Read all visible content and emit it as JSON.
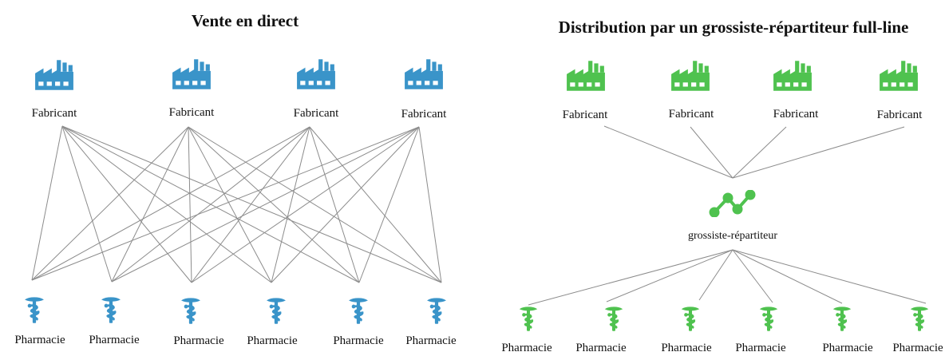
{
  "left_diagram": {
    "title": "Vente en direct",
    "manufacturers": [
      "Fabricant",
      "Fabricant",
      "Fabricant",
      "Fabricant"
    ],
    "pharmacies": [
      "Pharmacie",
      "Pharmacie",
      "Pharmacie",
      "Pharmacie",
      "Pharmacie",
      "Pharmacie"
    ],
    "factory_icon": "factory-icon",
    "pharmacy_icon": "caduceus-icon",
    "color": "#3a94c9"
  },
  "right_diagram": {
    "title": "Distribution par un grossiste-répartiteur full-line",
    "manufacturers": [
      "Fabricant",
      "Fabricant",
      "Fabricant",
      "Fabricant"
    ],
    "wholesaler": "grossiste-répartiteur",
    "wholesaler_icon": "network-nodes-icon",
    "pharmacies": [
      "Pharmacie",
      "Pharmacie",
      "Pharmacie",
      "Pharmacie",
      "Pharmacie",
      "Pharmacie"
    ],
    "factory_icon": "factory-icon",
    "pharmacy_icon": "caduceus-icon",
    "color": "#4fc24f"
  }
}
